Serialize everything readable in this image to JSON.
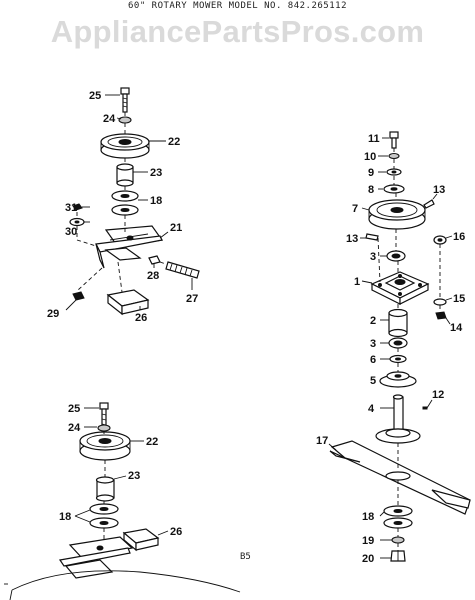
{
  "header": {
    "title": "60\" ROTARY MOWER MODEL NO. 842.265112"
  },
  "watermark": "AppliancePartsPros.com",
  "footer": {
    "page_code": "B5"
  },
  "callouts": {
    "a25": "25",
    "a24": "24",
    "a22": "22",
    "a23": "23",
    "a18": "18",
    "a31": "31",
    "a30": "30",
    "a21": "21",
    "a28": "28",
    "a27": "27",
    "a29": "29",
    "a26": "26",
    "b25": "25",
    "b24": "24",
    "b22": "22",
    "b23": "23",
    "b18": "18",
    "b26": "26",
    "c11": "11",
    "c10": "10",
    "c9": "9",
    "c8": "8",
    "c13a": "13",
    "c7": "7",
    "c13b": "13",
    "c16": "16",
    "c3a": "3",
    "c1": "1",
    "c15": "15",
    "c14": "14",
    "c2": "2",
    "c3b": "3",
    "c6": "6",
    "c5": "5",
    "c12": "12",
    "c4": "4",
    "c17": "17",
    "c18": "18",
    "c19": "19",
    "c20": "20"
  }
}
